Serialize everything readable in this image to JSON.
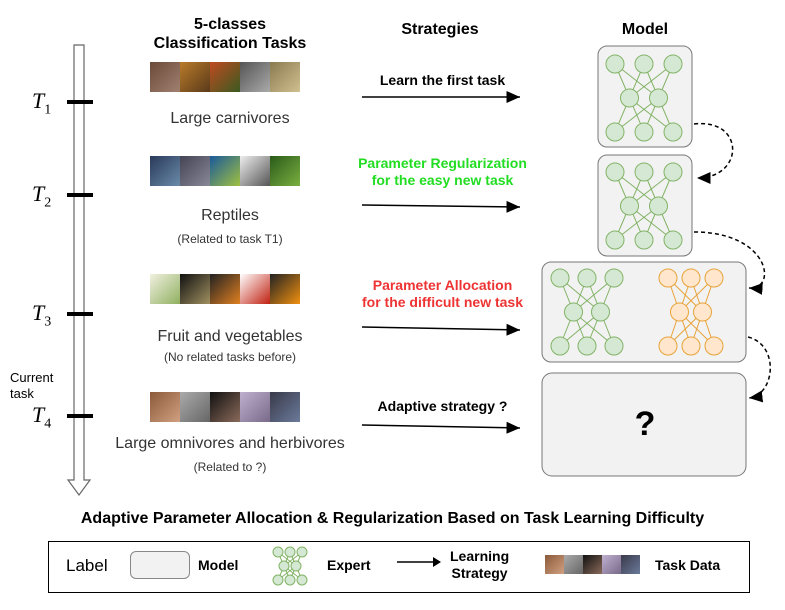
{
  "headers": {
    "tasks": "5-classes\nClassification Tasks",
    "strategies": "Strategies",
    "model": "Model"
  },
  "timeline": {
    "current_label": "Current\ntask",
    "ticks": [
      {
        "letter": "T",
        "sub": "1"
      },
      {
        "letter": "T",
        "sub": "2"
      },
      {
        "letter": "T",
        "sub": "3"
      },
      {
        "letter": "T",
        "sub": "4"
      }
    ]
  },
  "tasks": [
    {
      "name": "Large carnivores",
      "note": ""
    },
    {
      "name": "Reptiles",
      "note": "(Related to task T1)"
    },
    {
      "name": "Fruit and vegetables",
      "note": "(No related tasks before)"
    },
    {
      "name": "Large omnivores and herbivores",
      "note": "(Related to ?)"
    }
  ],
  "strategies": [
    {
      "text": "Learn the first task",
      "color": "#000000"
    },
    {
      "text": "Parameter Regularization\nfor the easy new task",
      "color": "#22dd22"
    },
    {
      "text": "Parameter Allocation\nfor the difficult new task",
      "color": "#ee3333"
    },
    {
      "text": "Adaptive strategy ?",
      "color": "#000000"
    }
  ],
  "model": {
    "unknown_mark": "?"
  },
  "colors": {
    "green_node_fill": "#d5e8d4",
    "green_node_stroke": "#82b366",
    "orange_node_fill": "#ffe6cc",
    "orange_node_stroke": "#e8a33a",
    "box_fill": "#f2f2f2"
  },
  "title": "Adaptive Parameter Allocation & Regularization Based on Task Learning Difficulty",
  "legend": {
    "label": "Label",
    "model": "Model",
    "expert": "Expert",
    "strategy": "Learning\nStrategy",
    "task_data": "Task Data"
  }
}
